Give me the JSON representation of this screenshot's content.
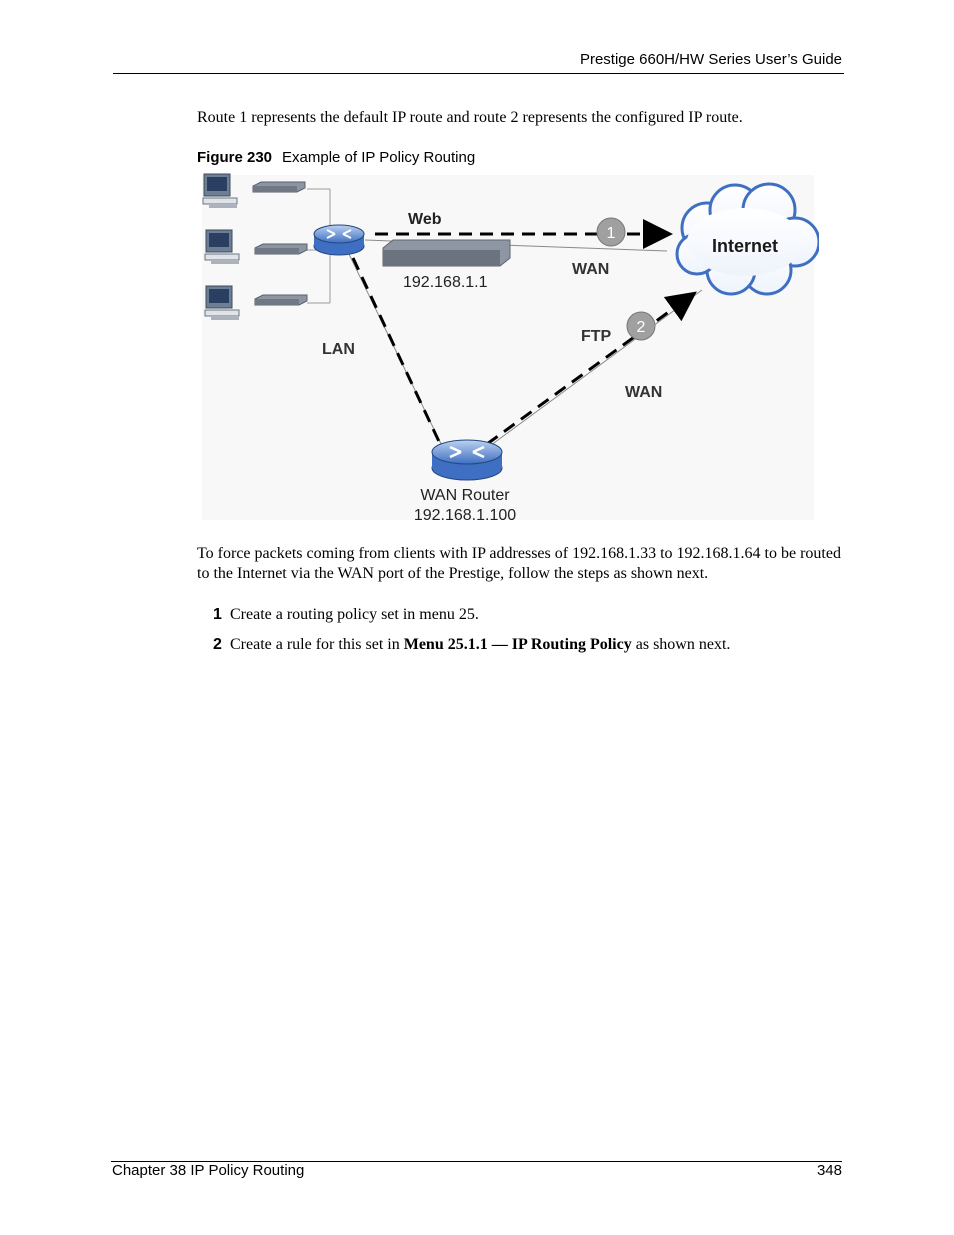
{
  "header": {
    "title": "Prestige 660H/HW Series User’s Guide"
  },
  "intro": "Route 1 represents the default IP route and route 2 represents the configured IP route.",
  "figure": {
    "number": "Figure 230",
    "caption": "Example of IP Policy Routing",
    "labels": {
      "web": "Web",
      "wan_top": "WAN",
      "prestige_ip": "192.168.1.1",
      "internet": "Internet",
      "lan": "LAN",
      "ftp": "FTP",
      "wan_bottom": "WAN",
      "wan_router": "WAN Router",
      "wan_router_ip": "192.168.1.100",
      "route1": "1",
      "route2": "2"
    }
  },
  "body": "To force packets coming from clients with IP addresses of 192.168.1.33 to 192.168.1.64 to be routed to the Internet via the WAN port of the Prestige, follow the steps as shown next.",
  "steps": [
    {
      "num": "1",
      "text": "Create a routing policy set in menu 25."
    },
    {
      "num": "2",
      "prefix": "Create a rule for this set in ",
      "bold": "Menu 25.1.1 — IP Routing Policy",
      "suffix": " as shown next."
    }
  ],
  "footer": {
    "chapter": "Chapter 38 IP Policy Routing",
    "page": "348"
  }
}
